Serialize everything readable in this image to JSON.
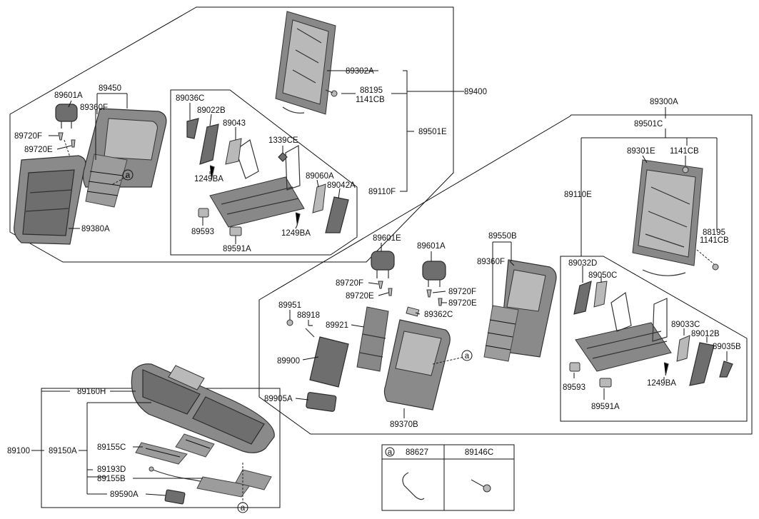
{
  "parts": {
    "p89400": "89400",
    "p89450": "89450",
    "p89601A_l": "89601A",
    "p89360F_l": "89360F",
    "p89720F_l": "89720F",
    "p89720E_l": "89720E",
    "p89380A": "89380A",
    "p89036C": "89036C",
    "p89022B": "89022B",
    "p89043": "89043",
    "p1339CE": "1339CE",
    "p1249BA_a": "1249BA",
    "p89060A": "89060A",
    "p89042A": "89042A",
    "p89593_l": "89593",
    "p1249BA_b": "1249BA",
    "p89591A_l": "89591A",
    "p89302A": "89302A",
    "p88195_l": "88195",
    "p1141CB_l": "1141CB",
    "p89501E": "89501E",
    "p89110F": "89110F",
    "p89300A": "89300A",
    "p89501C": "89501C",
    "p89301E": "89301E",
    "p1141CB_r": "1141CB",
    "p89110E": "89110E",
    "p88195_r": "88195",
    "p1141CB_r2": "1141CB",
    "p89032D": "89032D",
    "p89050C": "89050C",
    "p89033C": "89033C",
    "p89012B": "89012B",
    "p89035B": "89035B",
    "p89593_r": "89593",
    "p1249BA_r": "1249BA",
    "p89591A_r": "89591A",
    "p89601E": "89601E",
    "p89601A_m": "89601A",
    "p89550B": "89550B",
    "p89360F_m": "89360F",
    "p89720F_m": "89720F",
    "p89720E_m": "89720E",
    "p89720F_m2": "89720F",
    "p89720E_m2": "89720E",
    "p89951": "89951",
    "p88918": "88918",
    "p89921": "89921",
    "p89362C": "89362C",
    "p89900": "89900",
    "p89905A": "89905A",
    "p89370B": "89370B",
    "p89160H": "89160H",
    "p89100": "89100",
    "p89150A": "89150A",
    "p89155C": "89155C",
    "p89193D": "89193D",
    "p89155B": "89155B",
    "p89590A": "89590A"
  },
  "markers": {
    "a1": "a",
    "a2": "a",
    "a3": "a"
  },
  "legend": {
    "marker": "a",
    "col1": "88627",
    "col2": "89146C"
  }
}
